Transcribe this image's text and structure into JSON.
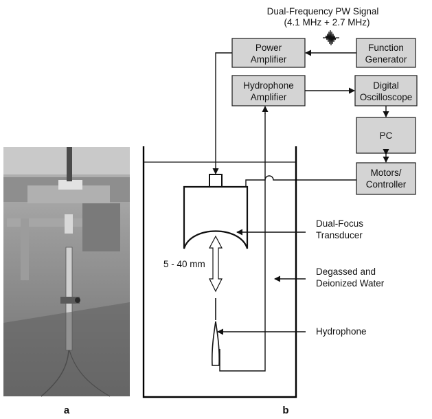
{
  "signal": {
    "title": "Dual-Frequency PW Signal",
    "subtitle": "(4.1 MHz + 2.7 MHz)"
  },
  "boxes": {
    "power_amplifier": [
      "Power",
      "Amplifier"
    ],
    "function_generator": [
      "Function",
      "Generator"
    ],
    "hydrophone_amplifier": [
      "Hydrophone",
      "Amplifier"
    ],
    "digital_oscilloscope": [
      "Digital",
      "Oscilloscope"
    ],
    "pc": [
      "PC"
    ],
    "motors_controller": [
      "Motors/",
      "Controller"
    ]
  },
  "labels": {
    "transducer": [
      "Dual-Focus",
      "Transducer"
    ],
    "distance": "5 - 40 mm",
    "water": [
      "Degassed and",
      "Deionized Water"
    ],
    "hydrophone": "Hydrophone"
  },
  "panels": {
    "a": "a",
    "b": "b"
  },
  "colors": {
    "box_fill": "#d4d4d4",
    "line": "#111111",
    "photo_base": "#8a8a8a"
  }
}
